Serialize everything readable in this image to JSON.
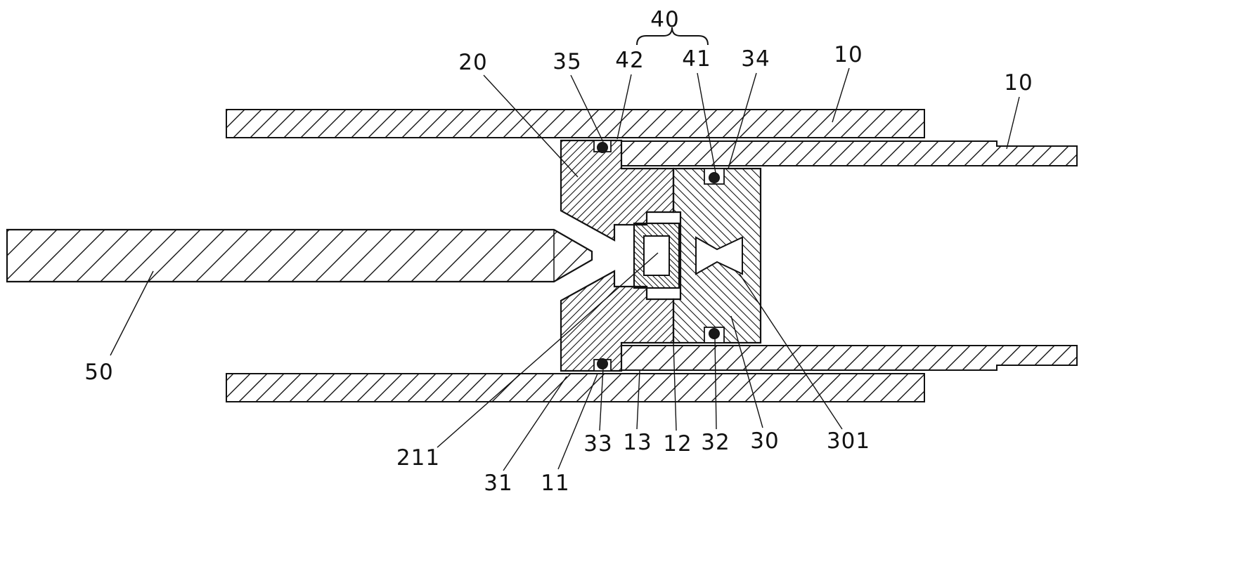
{
  "figure": {
    "background": "#ffffff",
    "ink": "#121212",
    "description_visible_text_only": true,
    "labels": [
      {
        "id": "ref-40",
        "text": "40"
      },
      {
        "id": "ref-20",
        "text": "20"
      },
      {
        "id": "ref-35",
        "text": "35"
      },
      {
        "id": "ref-42",
        "text": "42"
      },
      {
        "id": "ref-41",
        "text": "41"
      },
      {
        "id": "ref-34",
        "text": "34"
      },
      {
        "id": "ref-10a",
        "text": "10"
      },
      {
        "id": "ref-10b",
        "text": "10"
      },
      {
        "id": "ref-50",
        "text": "50"
      },
      {
        "id": "ref-211",
        "text": "211"
      },
      {
        "id": "ref-31",
        "text": "31"
      },
      {
        "id": "ref-11",
        "text": "11"
      },
      {
        "id": "ref-33",
        "text": "33"
      },
      {
        "id": "ref-13",
        "text": "13"
      },
      {
        "id": "ref-12",
        "text": "12"
      },
      {
        "id": "ref-32",
        "text": "32"
      },
      {
        "id": "ref-30",
        "text": "30"
      },
      {
        "id": "ref-301",
        "text": "301"
      }
    ]
  }
}
